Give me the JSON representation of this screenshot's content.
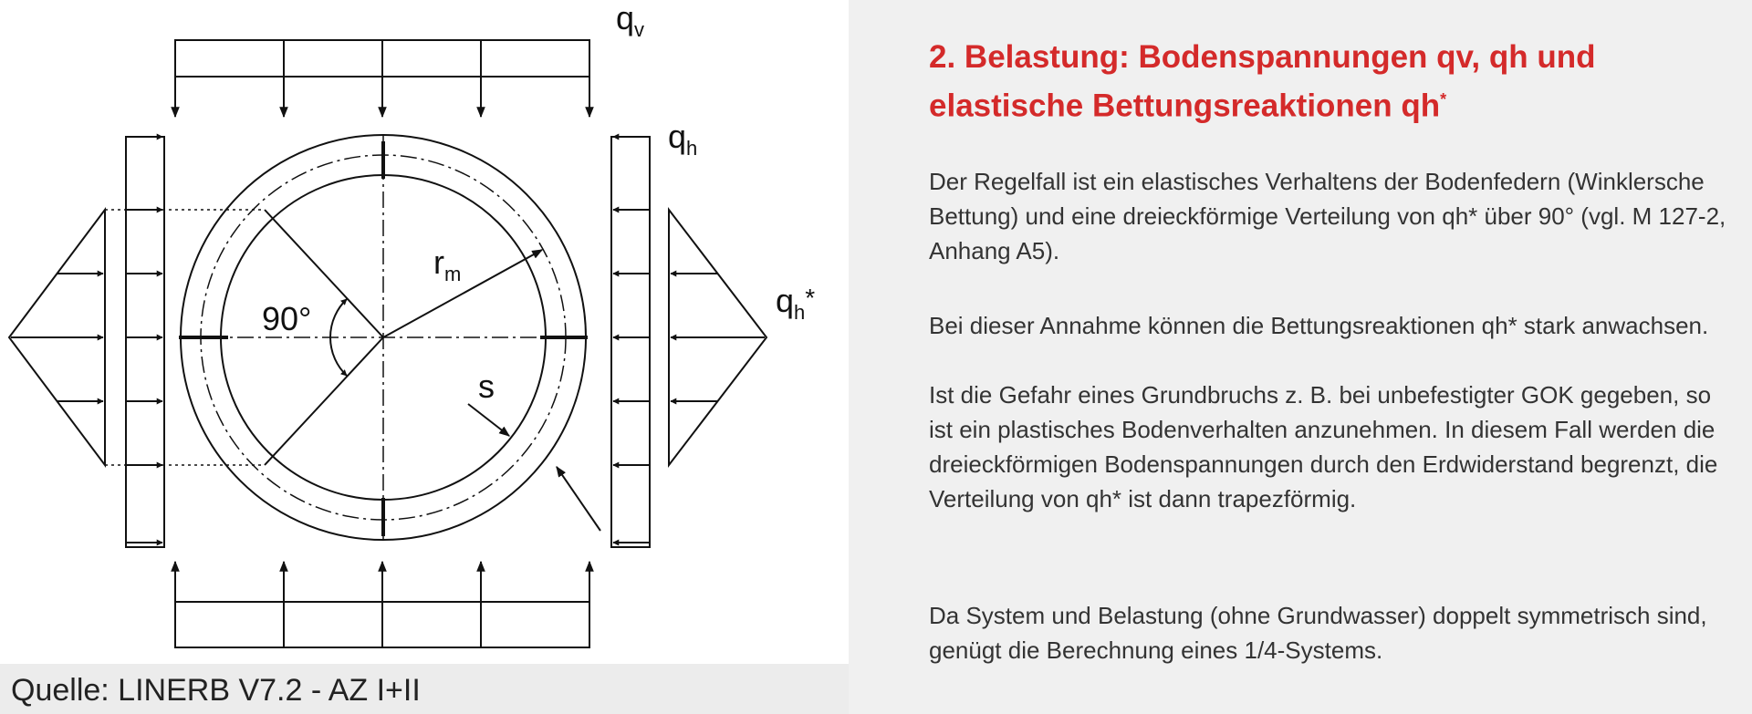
{
  "diagram": {
    "labels": {
      "qv": "q",
      "qv_sub": "v",
      "qh": "q",
      "qh_sub": "h",
      "qhstar": "q",
      "qhstar_sub": "h",
      "qhstar_suffix": "*",
      "rm": "r",
      "rm_sub": "m",
      "angle": "90°",
      "s": "s"
    }
  },
  "source": {
    "text": "Quelle: LINERB V7.2 - AZ I+II"
  },
  "content": {
    "title_main": "2. Belastung: Bodenspannungen qv, qh und elastische Bettungsreaktionen qh",
    "title_sup": "*",
    "p1": "Der Regelfall ist ein elastisches Verhaltens der Bodenfedern (Winklersche Bettung) und eine dreieckförmige Verteilung von qh* über 90° (vgl. M 127-2, Anhang A5).",
    "p2": "Bei dieser Annahme können die Bettungsreaktionen qh* stark anwachsen.",
    "p3": "Ist die Gefahr eines Grundbruchs z. B. bei unbefestigter GOK gegeben, so ist ein plastisches Bodenverhalten anzunehmen. In diesem Fall werden die dreieckförmigen Bodenspannungen durch den Erdwiderstand begrenzt, die Verteilung von qh* ist dann trapezförmig.",
    "p4": "Da System und Belastung (ohne Grundwasser) doppelt symmetrisch sind, genügt die Berechnung eines 1/4-Systems."
  },
  "colors": {
    "title": "#d42a2a",
    "text": "#333333",
    "panel_bg": "#f0f0f0",
    "lines": "#111111"
  }
}
